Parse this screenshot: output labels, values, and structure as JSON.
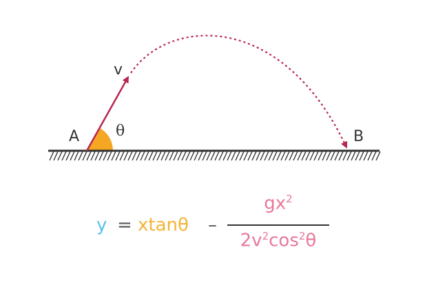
{
  "diagram": {
    "labels": {
      "start_point": "A",
      "end_point": "B",
      "velocity": "v",
      "angle": "θ"
    },
    "colors": {
      "ground": "#333333",
      "velocity_arrow": "#b8264f",
      "trajectory": "#b8264f",
      "angle_fill": "#f5a623",
      "text": "#333333"
    }
  },
  "formula": {
    "lhs": "y",
    "equals": "=",
    "term1": "xtanθ",
    "minus": "–",
    "numerator_base": "gx",
    "numerator_exp": "2",
    "denominator_part1": "2v",
    "denominator_exp1": "2",
    "denominator_part2": "cos",
    "denominator_exp2": "2",
    "denominator_part3": "θ",
    "colors": {
      "lhs": "#5bc0eb",
      "operators": "#555555",
      "term1": "#f5b335",
      "fraction": "#e8789a"
    }
  }
}
